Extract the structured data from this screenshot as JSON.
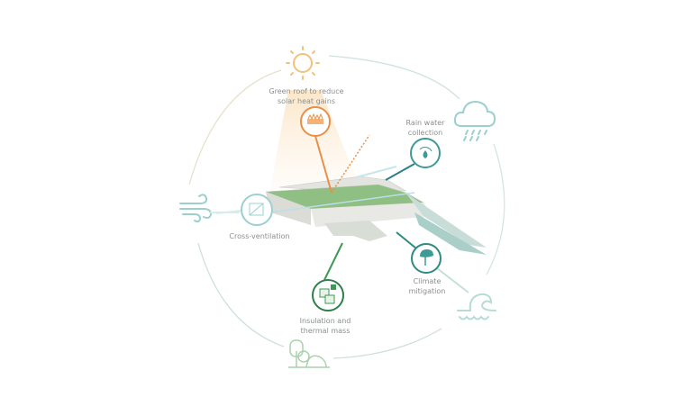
{
  "labels": {
    "green_roof_1": "Green roof to reduce",
    "green_roof_2": "solar heat gains",
    "rain_1": "Rain water",
    "rain_2": "collection",
    "cross_vent": "Cross-ventilation",
    "climate_1": "Climate",
    "climate_2": "mitigation",
    "insulation_1": "Insulation and",
    "insulation_2": "thermal mass"
  },
  "colors": {
    "sun": "#f2c27a",
    "orange": "#e8904a",
    "teal": "#3f9a96",
    "light_teal": "#9ccfd0",
    "green": "#3d9a55",
    "light_green": "#a9d3ad",
    "cycle": "#c9dccf"
  },
  "icons": [
    "sun-icon",
    "cloud-rain-icon",
    "wind-icon",
    "wave-icon",
    "trees-icon",
    "green-roof-icon",
    "water-cycle-icon",
    "ventilation-icon",
    "tree-climate-icon",
    "insulation-icon"
  ]
}
